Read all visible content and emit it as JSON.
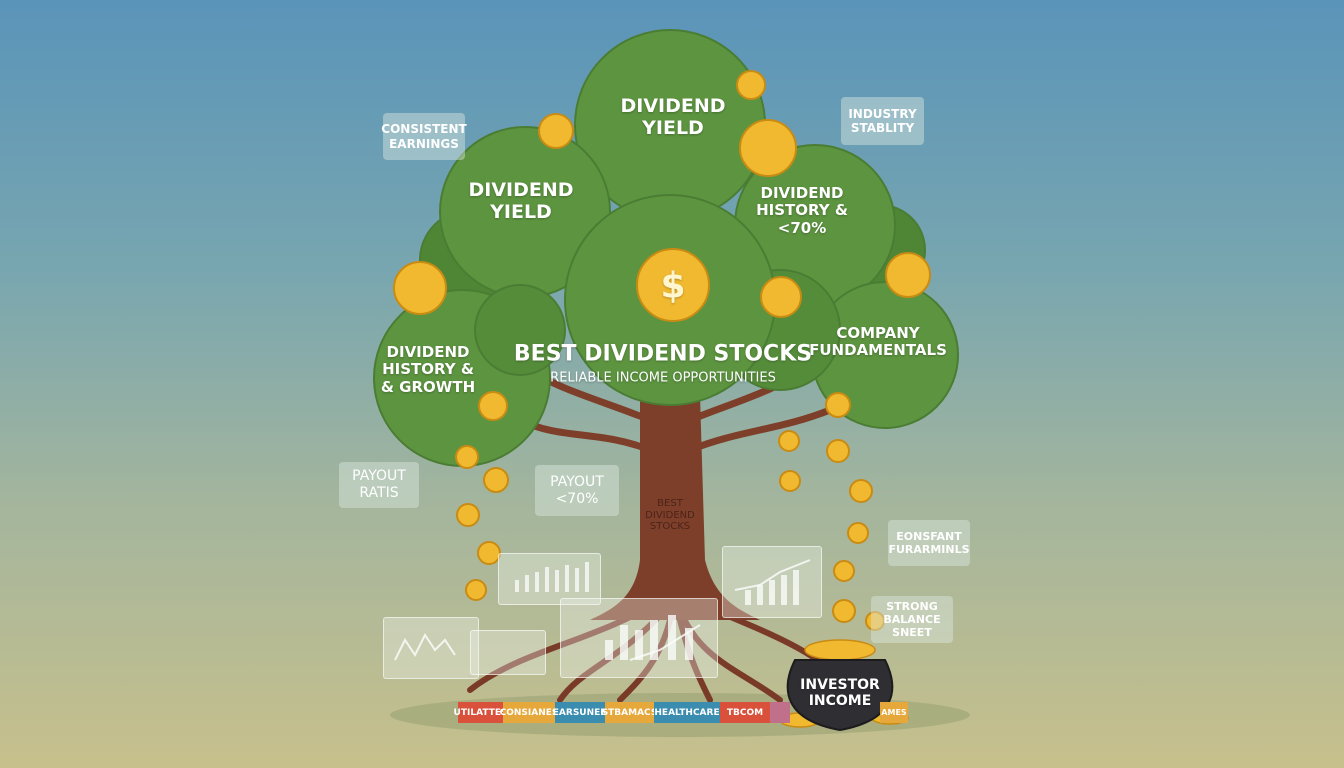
{
  "title": "BEST DIVIDEND STOCKS",
  "subtitle": "RELIABLE INCOME OPPORTUNITIES",
  "trunk_text": [
    "BEST",
    "DIVIDEND",
    "STOCKS"
  ],
  "canopy": [
    {
      "lines": [
        "DIVIDEND",
        "YIELD"
      ]
    },
    {
      "lines": [
        "DIVIDEND",
        "YIELD"
      ]
    },
    {
      "lines": [
        "DIVIDEND",
        "HISTORY &",
        "<70%"
      ]
    },
    {
      "lines": [
        "DIVIDEND",
        "HISTORY &",
        "& GROWTH"
      ]
    },
    {
      "lines": [
        "COMPANY",
        "FUNDAMENTALS"
      ]
    }
  ],
  "callouts": [
    {
      "lines": [
        "CONSISTENT",
        "EARNINGS"
      ]
    },
    {
      "lines": [
        "INDUSTRY",
        "STABLITY"
      ]
    },
    {
      "lines": [
        "PAYOUT",
        "RATIS"
      ]
    },
    {
      "lines": [
        "PAYOUT",
        "<70%"
      ]
    },
    {
      "lines": [
        "EONSFANT",
        "FURARMINLS"
      ]
    },
    {
      "lines": [
        "STRONG",
        "BALANCE",
        "SNEET"
      ]
    }
  ],
  "sectors": [
    {
      "label": "UTILATTES",
      "color": "#d9513a"
    },
    {
      "label": "CONSIANES",
      "color": "#e6a83a"
    },
    {
      "label": "EARSUNER",
      "color": "#3b8db0"
    },
    {
      "label": "STBAMACS",
      "color": "#e6a83a"
    },
    {
      "label": "HEALTHCARE",
      "color": "#3b8db0"
    },
    {
      "label": "TBCOM",
      "color": "#d9513a"
    },
    {
      "label": "AMES",
      "color": "#e6a83a"
    }
  ],
  "pot": {
    "lines": [
      "INVESTOR",
      "INCOME"
    ]
  },
  "coin_symbol": "$"
}
